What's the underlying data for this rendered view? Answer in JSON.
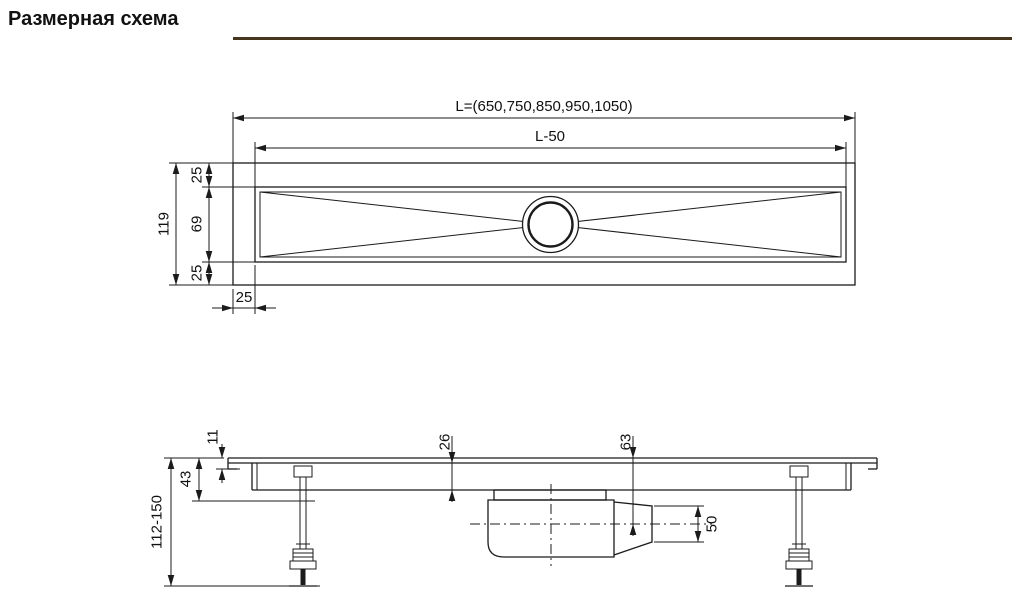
{
  "page": {
    "title": "Размерная схема",
    "background_color": "#ffffff",
    "rule_color": "#46351f",
    "line_color": "#1b1b1b"
  },
  "top_view": {
    "dims": {
      "total_length": "L=(650,750,850,950,1050)",
      "grate_length": "L-50",
      "total_width": "119",
      "edge_top": "25",
      "grate_width": "69",
      "edge_bottom": "25",
      "edge_side": "25"
    }
  },
  "side_view": {
    "dims": {
      "flange_height": "11",
      "channel_depth": "26",
      "body_height": "43",
      "outlet_center_depth": "63",
      "outlet_diameter": "50",
      "install_height_range": "112-150"
    }
  }
}
